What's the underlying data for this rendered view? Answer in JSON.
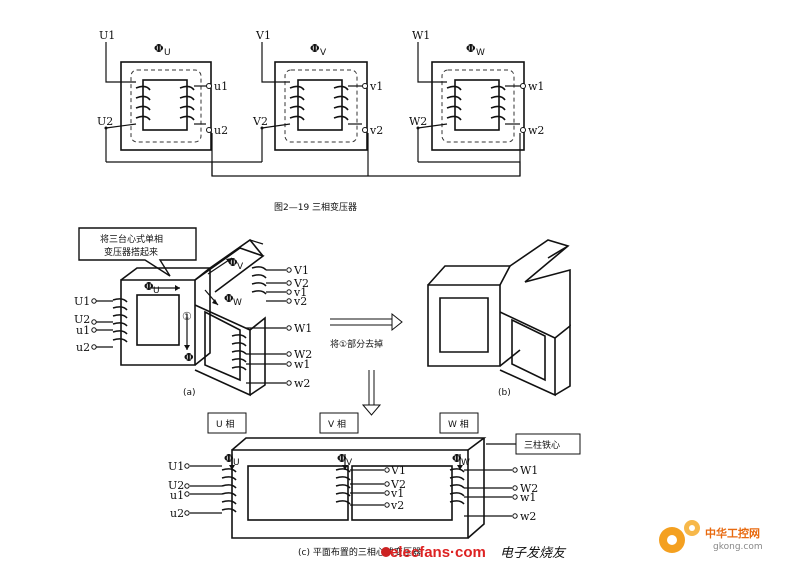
{
  "fig219": {
    "caption": "图2—19  三相变压器",
    "transformers": [
      {
        "primary_top": "U1",
        "primary_bot": "U2",
        "secondary_top": "u1",
        "secondary_bot": "u2",
        "flux": "Φ",
        "flux_sub": "U"
      },
      {
        "primary_top": "V1",
        "primary_bot": "V2",
        "secondary_top": "v1",
        "secondary_bot": "v2",
        "flux": "Φ",
        "flux_sub": "V"
      },
      {
        "primary_top": "W1",
        "primary_bot": "W2",
        "secondary_top": "w1",
        "secondary_bot": "w2",
        "flux": "Φ",
        "flux_sub": "W"
      }
    ]
  },
  "fig_a": {
    "callout": [
      "将三台心式单相",
      "变压器搭起来"
    ],
    "label": "(a)",
    "left_terms": [
      "U1",
      "U2",
      "u1",
      "u2"
    ],
    "right_terms": [
      "V1",
      "V2",
      "v1",
      "v2",
      "W1",
      "W2",
      "w1",
      "w2"
    ],
    "flux_u": "Φ",
    "flux_u_sub": "U",
    "flux_v": "Φ",
    "flux_v_sub": "V",
    "flux_w": "Φ",
    "flux_w_sub": "W",
    "mark": "①",
    "flux_sum": "Φ"
  },
  "arrow_text": "将①部分去掉",
  "fig_b": {
    "label": "(b)"
  },
  "fig_c": {
    "phase_labels": [
      "U 相",
      "V 相",
      "W 相"
    ],
    "core_label": "三柱铁心",
    "left_terms": [
      "U1",
      "U2",
      "u1",
      "u2"
    ],
    "mid_terms": [
      "V1",
      "V2",
      "v1",
      "v2"
    ],
    "right_terms": [
      "W1",
      "W2",
      "w1",
      "w2"
    ],
    "flux": [
      "Φ",
      "Φ",
      "Φ"
    ],
    "flux_subs": [
      "U",
      "V",
      "W"
    ],
    "caption": "(c) 平面布置的三相心式变压器"
  },
  "watermark": {
    "elecfans": "elecfans·com",
    "cn_text": "电子发烧友",
    "site_cn": "中华工控网",
    "site_url": "gkong.com"
  }
}
